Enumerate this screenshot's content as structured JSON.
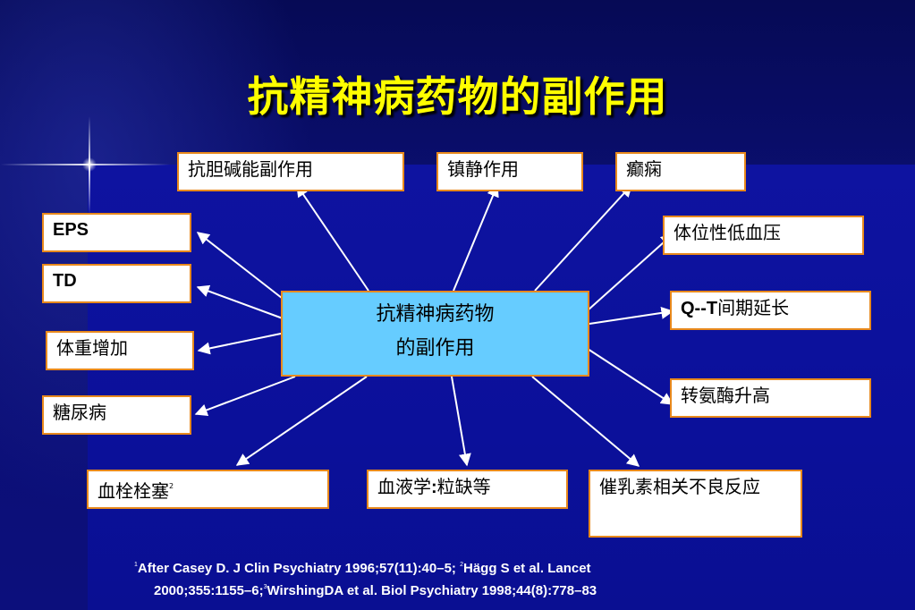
{
  "title": "抗精神病药物的副作用",
  "center": {
    "line1": "抗精神病药物",
    "line2": "的副作用"
  },
  "effects": {
    "anticholinergic": "抗胆碱能副作用",
    "sedation": "镇静作用",
    "seizure": "癫痫",
    "eps": "EPS",
    "td": "TD",
    "orthostatic": "体位性低血压",
    "qt_prefix": "Q--T",
    "qt_suffix": "间期延长",
    "weight_gain": "体重增加",
    "transaminase": "转氨酶升高",
    "diabetes": "糖尿病",
    "thrombo": "血栓栓塞",
    "thrombo_sup": "2",
    "hemato_prefix": "血液学",
    "hemato_colon": ":",
    "hemato_suffix": "粒缺等",
    "prolactin": "催乳素相关不良反应"
  },
  "references": {
    "sup1": "1",
    "part1": "After Casey D. J Clin Psychiatry 1996;57(11):40–5; ",
    "sup2": "2",
    "part2": "Hägg S et al. Lancet",
    "part3": "2000;355:1155–6;",
    "sup3": "3",
    "part4": "WirshingDA et al. Biol Psychiatry 1998;44(8):778–83"
  },
  "colors": {
    "background": "#0b0f86",
    "title": "#ffff00",
    "box_border": "#e8891c",
    "box_fill": "#ffffff",
    "center_fill": "#66ccff",
    "connector": "#ffffff",
    "reference_text": "#ffffff"
  }
}
